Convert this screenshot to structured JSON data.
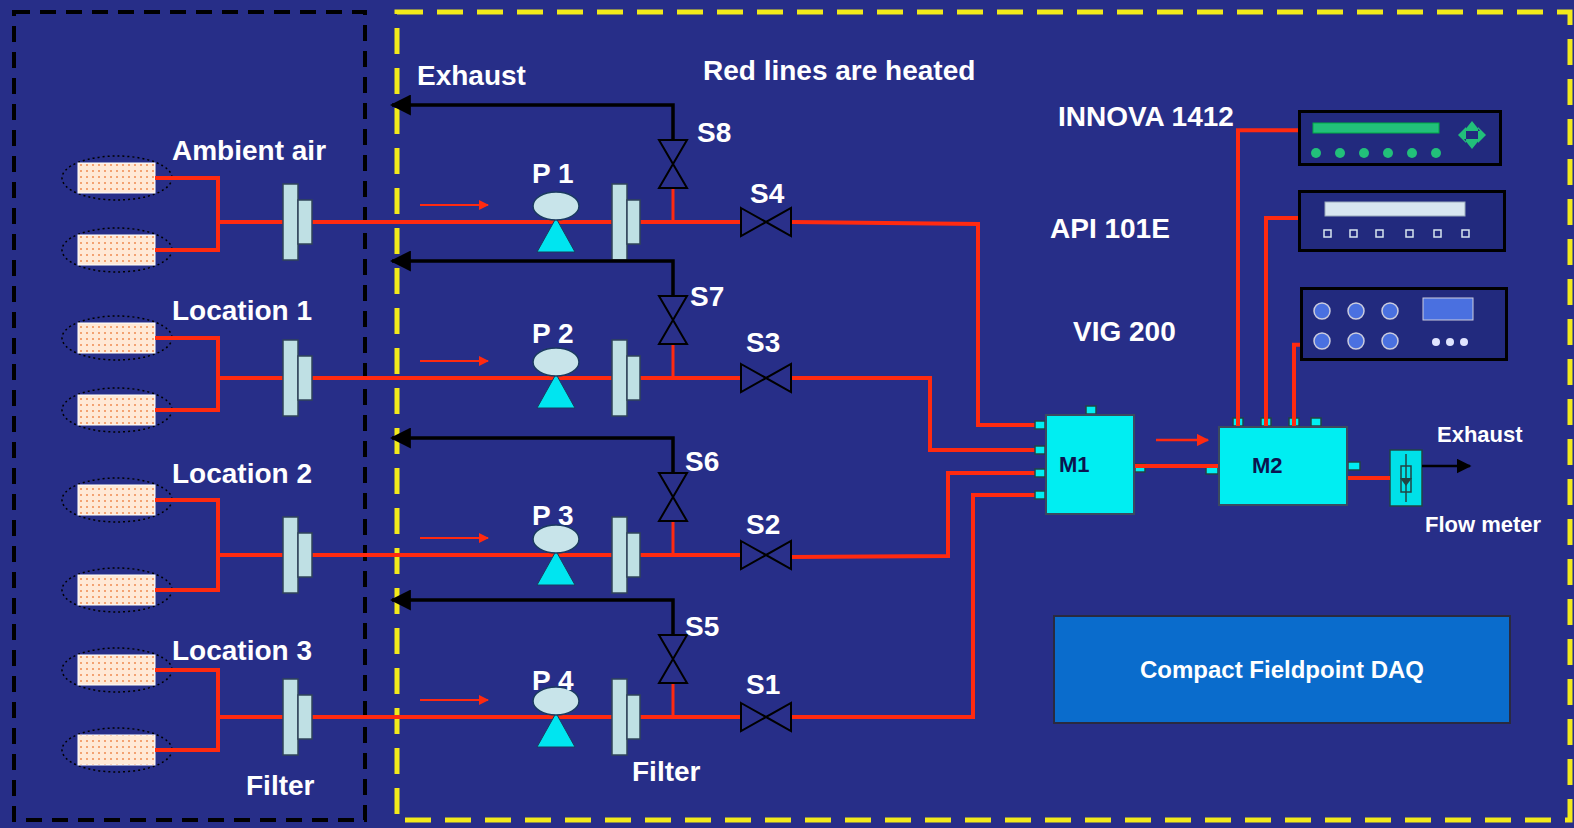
{
  "diagram": {
    "nodes": [
      {
        "text": [
          "INNOVA 1412"
        ]
      },
      {
        "text": [
          "API 101E"
        ]
      },
      {
        "text": [
          "VIG 200"
        ]
      },
      {
        "text": [
          "M1"
        ]
      },
      {
        "text": [
          "M2"
        ]
      },
      {
        "text": [
          "Flow meter"
        ]
      },
      {
        "text": [
          "Compact Fieldpoint DAQ"
        ]
      }
    ],
    "edges": [
      {
        "from": 3,
        "to": 4,
        "arrow": "none"
      },
      {
        "from": 4,
        "to": 0,
        "arrow": "none"
      },
      {
        "from": 4,
        "to": 1,
        "arrow": "none"
      },
      {
        "from": 4,
        "to": 2,
        "arrow": "none"
      },
      {
        "from": 4,
        "to": 5,
        "arrow": "none"
      }
    ],
    "labels": [
      "Exhaust",
      "Red lines are heated",
      "Ambient air",
      "Location 1",
      "Location 2",
      "Location 3",
      "P 1",
      "S8",
      "S4",
      "P 2",
      "S7",
      "S3",
      "S6",
      "P 3",
      "S2",
      "S5",
      "P 4",
      "S1",
      "Filter",
      "Filter",
      "Exhaust"
    ]
  }
}
